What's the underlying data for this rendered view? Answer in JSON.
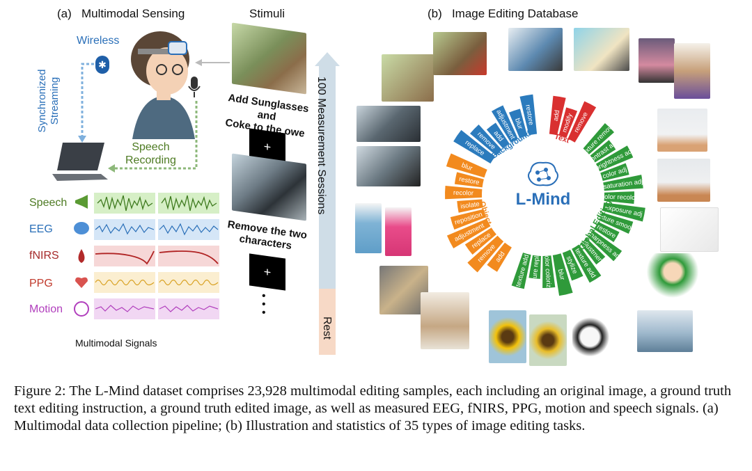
{
  "panel_a": {
    "label": "(a)",
    "title": "Multimodal Sensing",
    "wireless": "Wireless",
    "bluetooth_glyph": "✱",
    "streaming": [
      "Synchronized",
      "Streaming"
    ],
    "speech_recording": [
      "Speech",
      "Recording"
    ],
    "signals": [
      {
        "name": "Speech",
        "color": "#4d7a22",
        "bg": "#d6efc6"
      },
      {
        "name": "EEG",
        "color": "#2a6fb8",
        "bg": "#d5e6f7"
      },
      {
        "name": "fNIRS",
        "color": "#a52a2a",
        "bg": "#f6d7d7"
      },
      {
        "name": "PPG",
        "color": "#c0392b",
        "bg": "#fbeed0"
      },
      {
        "name": "Motion",
        "color": "#b13fbd",
        "bg": "#f1d7f3"
      }
    ],
    "signals_caption": "Multimodal Signals"
  },
  "stimuli": {
    "title": "Stimuli",
    "instruction_1": [
      "Add Sunglasses and",
      "Coke to the owe"
    ],
    "instruction_2": [
      "Remove the two",
      "characters"
    ],
    "cross": "+",
    "ellipsis": "•\n•\n•",
    "sessions": "100 Measurement Sessions",
    "rest": "Rest"
  },
  "panel_b": {
    "label": "(b)",
    "title": "Image Editing Database",
    "center_title": "L-Mind",
    "categories": [
      {
        "name": "Background",
        "color": "#2b7bbd",
        "tasks": [
          "replace",
          "remove",
          "add",
          "adjustment",
          "blur",
          "restore"
        ]
      },
      {
        "name": "Text",
        "color": "#d93030",
        "tasks": [
          "add",
          "modify",
          "remove"
        ]
      },
      {
        "name": "Global Editing",
        "color": "#2f9a3a",
        "tasks": [
          "texture remove",
          "contrast adj",
          "brightness adj",
          "color adj",
          "saturation adj",
          "color recolor",
          "exposure adj",
          "texture smooth",
          "restore",
          "sharpness adj",
          "adjustment",
          "texture add",
          "stylize",
          "blur",
          "color colorize",
          "texture replace",
          "texture add"
        ]
      },
      {
        "name": "Object",
        "color": "#f28a1e",
        "tasks": [
          "add",
          "remove",
          "replace",
          "adjustment",
          "reposition",
          "isolate",
          "recolor",
          "restore",
          "blur"
        ]
      }
    ]
  },
  "caption": "Figure 2: The L-Mind dataset comprises 23,928 multimodal editing samples, each including an original image, a ground truth text editing instruction, a ground truth edited image, as well as measured EEG, fNIRS, PPG, motion and speech signals. (a) Multimodal data collection pipeline; (b) Illustration and statistics of 35 types of image editing tasks."
}
